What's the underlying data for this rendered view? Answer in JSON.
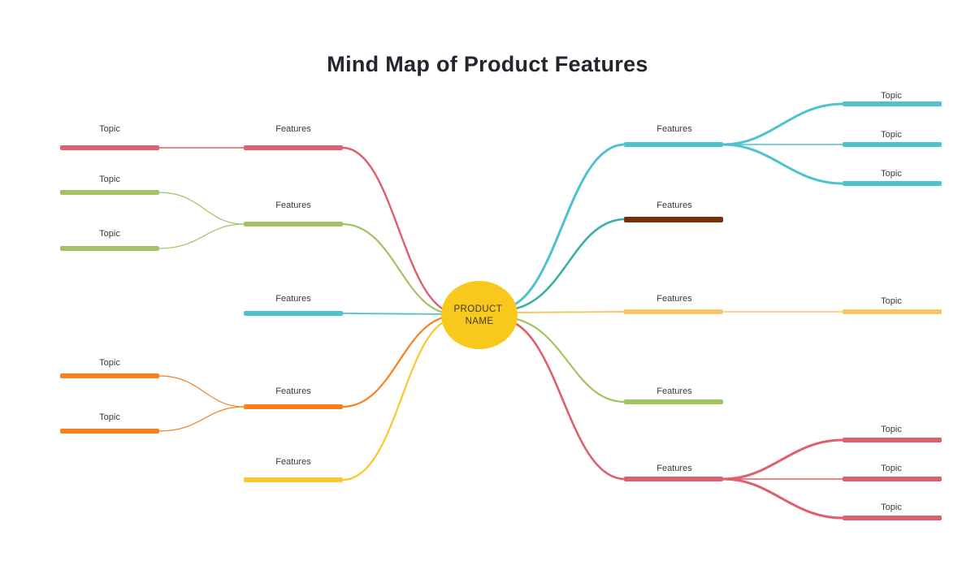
{
  "title": "Mind Map of Product Features",
  "center_node": {
    "line1": "PRODUCT",
    "line2": "NAME",
    "fill": "#F8C81C",
    "text_color": "#3F3D28"
  },
  "branches": {
    "left": [
      {
        "name": "salmon",
        "color": "#DE5F6D",
        "features_label": "Features",
        "topic_labels": [
          "Topic"
        ]
      },
      {
        "name": "green",
        "color": "#A2C363",
        "features_label": "Features",
        "topic_labels": [
          "Topic",
          "Topic"
        ]
      },
      {
        "name": "teal",
        "color": "#4EC2CE",
        "features_label": "Features",
        "topic_labels": []
      },
      {
        "name": "orange",
        "color": "#F8801F",
        "features_label": "Features",
        "topic_labels": [
          "Topic",
          "Topic"
        ]
      },
      {
        "name": "yellow",
        "color": "#FBC72E",
        "features_label": "Features",
        "topic_labels": []
      }
    ],
    "right": [
      {
        "name": "teal",
        "color": "#4EC2CE",
        "features_label": "Features",
        "topic_labels": [
          "Topic",
          "Topic",
          "Topic"
        ]
      },
      {
        "name": "brown",
        "color": "#7B2F08",
        "connector_color": "#3AAFA3",
        "features_label": "Features",
        "topic_labels": []
      },
      {
        "name": "gold",
        "color": "#F3C666",
        "features_label": "Features",
        "topic_labels": [
          "Topic"
        ]
      },
      {
        "name": "green",
        "color": "#A2C363",
        "features_label": "Features",
        "topic_labels": []
      },
      {
        "name": "salmon",
        "color": "#DE5F6D",
        "features_label": "Features",
        "topic_labels": [
          "Topic",
          "Topic",
          "Topic"
        ]
      }
    ]
  }
}
